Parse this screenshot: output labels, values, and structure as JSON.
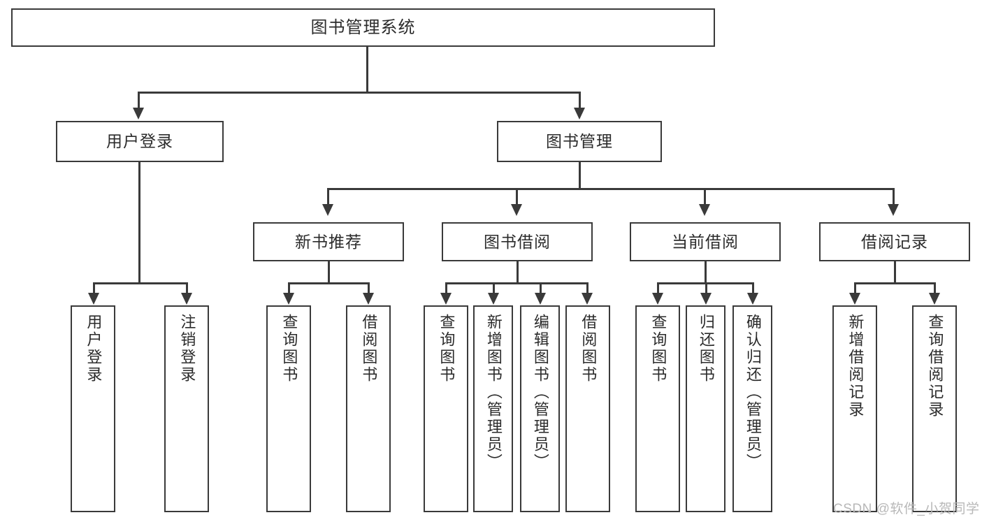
{
  "diagram": {
    "title": "图书管理系统",
    "watermark": "CSDN @软件_小贺同学",
    "accent_color": "#3a3a3a",
    "background_color": "#ffffff",
    "level2": [
      {
        "label": "用户登录"
      },
      {
        "label": "图书管理"
      }
    ],
    "level3": [
      {
        "label": "新书推荐"
      },
      {
        "label": "图书借阅"
      },
      {
        "label": "当前借阅"
      },
      {
        "label": "借阅记录"
      }
    ],
    "leaves": [
      {
        "label": "用户登录"
      },
      {
        "label": "注销登录"
      },
      {
        "label": "查询图书"
      },
      {
        "label": "借阅图书"
      },
      {
        "label": "查询图书"
      },
      {
        "label": "新增图书（管理员）"
      },
      {
        "label": "编辑图书（管理员）"
      },
      {
        "label": "借阅图书"
      },
      {
        "label": "查询图书"
      },
      {
        "label": "归还图书"
      },
      {
        "label": "确认归还（管理员）"
      },
      {
        "label": "新增借阅记录"
      },
      {
        "label": "查询借阅记录"
      }
    ]
  }
}
